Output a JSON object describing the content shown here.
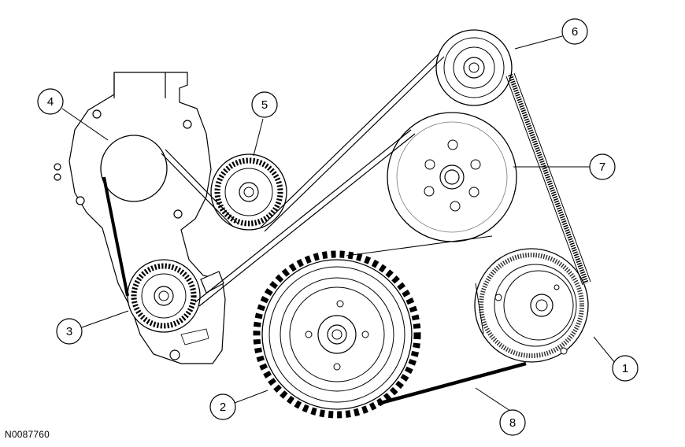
{
  "figure_id": "N0087760",
  "callouts": [
    {
      "id": "callout-1",
      "label": "1"
    },
    {
      "id": "callout-2",
      "label": "2"
    },
    {
      "id": "callout-3",
      "label": "3"
    },
    {
      "id": "callout-4",
      "label": "4"
    },
    {
      "id": "callout-5",
      "label": "5"
    },
    {
      "id": "callout-6",
      "label": "6"
    },
    {
      "id": "callout-7",
      "label": "7"
    },
    {
      "id": "callout-8",
      "label": "8"
    }
  ]
}
